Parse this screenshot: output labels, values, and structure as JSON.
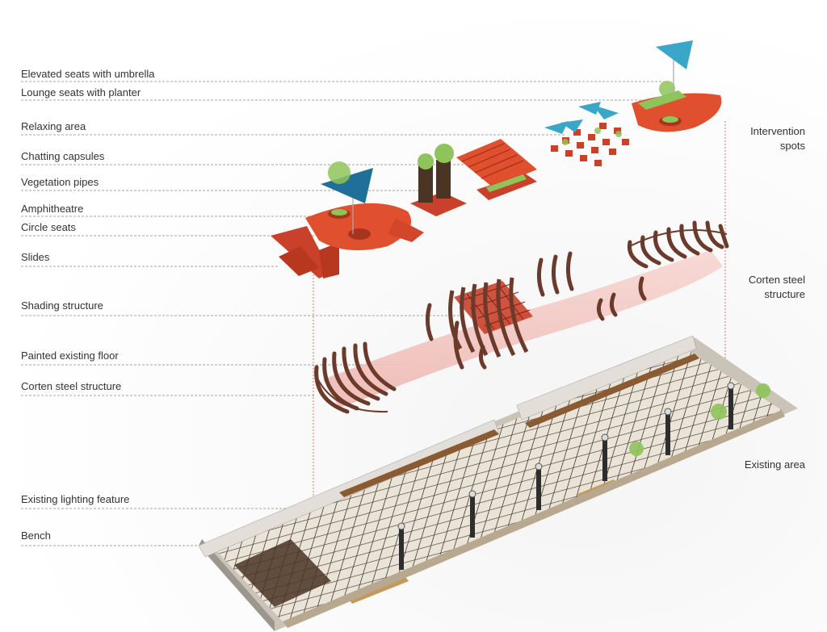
{
  "labels": {
    "umbrella": "Elevated seats with umbrella",
    "lounge": "Lounge seats with planter",
    "relaxing": "Relaxing area",
    "chatting": "Chatting capsules",
    "veg_pipes": "Vegetation pipes",
    "amphitheatre": "Amphitheatre",
    "circle_seats": "Circle seats",
    "slides": "Slides",
    "shading": "Shading structure",
    "painted_floor": "Painted existing floor",
    "corten_left": "Corten steel structure",
    "lighting": "Existing lighting feature",
    "bench": "Bench"
  },
  "right_labels": {
    "intervention_1": "Intervention",
    "intervention_2": "spots",
    "corten_1": "Corten steel",
    "corten_2": "structure",
    "existing": "Existing area"
  },
  "colors": {
    "corten": "#6b3a2a",
    "intervention_red": "#e0502e",
    "umbrella_blue": "#3aa6c8",
    "floor_pink": "#f2c4c0",
    "ground": "#d8d2c6",
    "tree_green": "#8fc45a",
    "guide_line": "#777777",
    "drop_line": "#d86a4a"
  }
}
